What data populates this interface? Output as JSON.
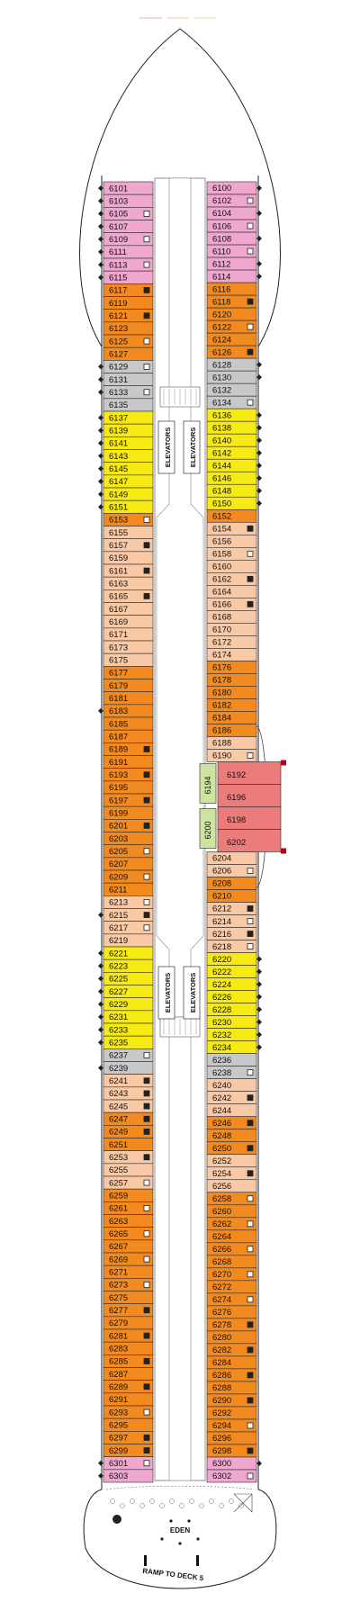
{
  "legend_colors": {
    "pink": "#EFA7CF",
    "orange": "#F38A20",
    "peach": "#F9C9A6",
    "yellow": "#F6EA12",
    "gray": "#C6C8CA",
    "red": "#EC7C7B",
    "green": "#CFE3A0",
    "outline": "#222222"
  },
  "icons": [
    "diamond-marker",
    "square-marker",
    "open-square-marker",
    "connecting-marker",
    "accessible-icon"
  ],
  "labels": {
    "elevators": "ELEVATORS",
    "venue": "EDEN",
    "ramp": "RAMP TO DECK 5"
  },
  "cabins": {
    "left": [
      {
        "n": "6101",
        "c": "pink",
        "m": "diamond"
      },
      {
        "n": "6103",
        "c": "pink",
        "m": "diamond"
      },
      {
        "n": "6105",
        "c": "pink",
        "m": "diamond",
        "r": "open"
      },
      {
        "n": "6107",
        "c": "pink",
        "m": "diamond"
      },
      {
        "n": "6109",
        "c": "pink",
        "m": "diamond",
        "r": "open"
      },
      {
        "n": "6111",
        "c": "pink",
        "m": "diamond"
      },
      {
        "n": "6113",
        "c": "pink",
        "m": "diamond",
        "r": "open"
      },
      {
        "n": "6115",
        "c": "pink",
        "m": "diamond"
      },
      {
        "n": "6117",
        "c": "orange",
        "r": "solid"
      },
      {
        "n": "6119",
        "c": "orange"
      },
      {
        "n": "6121",
        "c": "orange",
        "r": "solid"
      },
      {
        "n": "6123",
        "c": "orange"
      },
      {
        "n": "6125",
        "c": "orange",
        "r": "open"
      },
      {
        "n": "6127",
        "c": "orange"
      },
      {
        "n": "6129",
        "c": "gray",
        "m": "diamond",
        "r": "open"
      },
      {
        "n": "6131",
        "c": "gray",
        "m": "diamond"
      },
      {
        "n": "6133",
        "c": "gray",
        "m": "diamond",
        "r": "open"
      },
      {
        "n": "6135",
        "c": "gray"
      },
      {
        "n": "6137",
        "c": "yellow",
        "m": "diamond"
      },
      {
        "n": "6139",
        "c": "yellow",
        "m": "diamond"
      },
      {
        "n": "6141",
        "c": "yellow",
        "m": "diamond"
      },
      {
        "n": "6143",
        "c": "yellow",
        "m": "diamond"
      },
      {
        "n": "6145",
        "c": "yellow",
        "m": "diamond"
      },
      {
        "n": "6147",
        "c": "yellow",
        "m": "diamond"
      },
      {
        "n": "6149",
        "c": "yellow",
        "m": "diamond"
      },
      {
        "n": "6151",
        "c": "yellow",
        "m": "diamond"
      },
      {
        "n": "6153",
        "c": "orange",
        "r": "open"
      },
      {
        "n": "6155",
        "c": "peach"
      },
      {
        "n": "6157",
        "c": "peach",
        "r": "solid"
      },
      {
        "n": "6159",
        "c": "peach"
      },
      {
        "n": "6161",
        "c": "peach",
        "r": "solid"
      },
      {
        "n": "6163",
        "c": "peach"
      },
      {
        "n": "6165",
        "c": "peach",
        "r": "solid"
      },
      {
        "n": "6167",
        "c": "peach"
      },
      {
        "n": "6169",
        "c": "peach"
      },
      {
        "n": "6171",
        "c": "peach"
      },
      {
        "n": "6173",
        "c": "peach"
      },
      {
        "n": "6175",
        "c": "peach"
      },
      {
        "n": "6177",
        "c": "orange"
      },
      {
        "n": "6179",
        "c": "orange"
      },
      {
        "n": "6181",
        "c": "orange"
      },
      {
        "n": "6183",
        "c": "orange",
        "m": "diamond"
      },
      {
        "n": "6185",
        "c": "orange"
      },
      {
        "n": "6187",
        "c": "orange"
      },
      {
        "n": "6189",
        "c": "orange",
        "r": "solid"
      },
      {
        "n": "6191",
        "c": "orange"
      },
      {
        "n": "6193",
        "c": "orange",
        "r": "solid"
      },
      {
        "n": "6195",
        "c": "orange"
      },
      {
        "n": "6197",
        "c": "orange",
        "r": "solid"
      },
      {
        "n": "6199",
        "c": "orange"
      },
      {
        "n": "6201",
        "c": "orange",
        "r": "solid"
      },
      {
        "n": "6203",
        "c": "orange"
      },
      {
        "n": "6205",
        "c": "orange",
        "r": "open"
      },
      {
        "n": "6207",
        "c": "orange"
      },
      {
        "n": "6209",
        "c": "orange",
        "r": "open"
      },
      {
        "n": "6211",
        "c": "orange"
      },
      {
        "n": "6213",
        "c": "peach",
        "r": "open"
      },
      {
        "n": "6215",
        "c": "peach",
        "m": "diamond",
        "r": "solid"
      },
      {
        "n": "6217",
        "c": "peach",
        "r": "open"
      },
      {
        "n": "6219",
        "c": "peach"
      },
      {
        "n": "6221",
        "c": "yellow",
        "m": "diamond"
      },
      {
        "n": "6223",
        "c": "yellow",
        "m": "diamond"
      },
      {
        "n": "6225",
        "c": "yellow",
        "m": "diamond"
      },
      {
        "n": "6227",
        "c": "yellow",
        "m": "diamond"
      },
      {
        "n": "6229",
        "c": "yellow",
        "m": "diamond"
      },
      {
        "n": "6231",
        "c": "yellow",
        "m": "diamond"
      },
      {
        "n": "6233",
        "c": "yellow",
        "m": "diamond"
      },
      {
        "n": "6235",
        "c": "yellow",
        "m": "diamond"
      },
      {
        "n": "6237",
        "c": "gray",
        "r": "open"
      },
      {
        "n": "6239",
        "c": "gray",
        "m": "diamond"
      },
      {
        "n": "6241",
        "c": "peach",
        "r": "solid"
      },
      {
        "n": "6243",
        "c": "peach",
        "r": "solid"
      },
      {
        "n": "6245",
        "c": "peach",
        "r": "solid"
      },
      {
        "n": "6247",
        "c": "orange",
        "r": "solid"
      },
      {
        "n": "6249",
        "c": "orange",
        "r": "solid"
      },
      {
        "n": "6251",
        "c": "orange"
      },
      {
        "n": "6253",
        "c": "peach",
        "r": "solid"
      },
      {
        "n": "6255",
        "c": "peach"
      },
      {
        "n": "6257",
        "c": "peach",
        "r": "open"
      },
      {
        "n": "6259",
        "c": "orange"
      },
      {
        "n": "6261",
        "c": "orange",
        "r": "open"
      },
      {
        "n": "6263",
        "c": "orange"
      },
      {
        "n": "6265",
        "c": "orange",
        "r": "open"
      },
      {
        "n": "6267",
        "c": "orange"
      },
      {
        "n": "6269",
        "c": "orange",
        "r": "open"
      },
      {
        "n": "6271",
        "c": "orange"
      },
      {
        "n": "6273",
        "c": "orange",
        "r": "open"
      },
      {
        "n": "6275",
        "c": "orange"
      },
      {
        "n": "6277",
        "c": "orange",
        "r": "solid"
      },
      {
        "n": "6279",
        "c": "orange"
      },
      {
        "n": "6281",
        "c": "orange",
        "r": "solid"
      },
      {
        "n": "6283",
        "c": "orange"
      },
      {
        "n": "6285",
        "c": "orange",
        "r": "solid"
      },
      {
        "n": "6287",
        "c": "orange"
      },
      {
        "n": "6289",
        "c": "orange",
        "r": "solid"
      },
      {
        "n": "6291",
        "c": "orange"
      },
      {
        "n": "6293",
        "c": "orange",
        "r": "open"
      },
      {
        "n": "6295",
        "c": "orange"
      },
      {
        "n": "6297",
        "c": "orange",
        "r": "solid"
      },
      {
        "n": "6299",
        "c": "orange",
        "r": "solid"
      },
      {
        "n": "6301",
        "c": "pink",
        "m": "diamond",
        "r": "open"
      },
      {
        "n": "6303",
        "c": "pink",
        "m": "diamond"
      }
    ],
    "right": [
      {
        "n": "6100",
        "c": "pink",
        "m": "diamond"
      },
      {
        "n": "6102",
        "c": "pink",
        "r": "open"
      },
      {
        "n": "6104",
        "c": "pink",
        "m": "diamond"
      },
      {
        "n": "6106",
        "c": "pink",
        "r": "open"
      },
      {
        "n": "6108",
        "c": "pink",
        "m": "diamond"
      },
      {
        "n": "6110",
        "c": "pink",
        "r": "open"
      },
      {
        "n": "6112",
        "c": "pink",
        "m": "diamond"
      },
      {
        "n": "6114",
        "c": "pink",
        "m": "diamond"
      },
      {
        "n": "6116",
        "c": "orange"
      },
      {
        "n": "6118",
        "c": "orange",
        "r": "solid"
      },
      {
        "n": "6120",
        "c": "orange"
      },
      {
        "n": "6122",
        "c": "orange",
        "r": "open"
      },
      {
        "n": "6124",
        "c": "orange"
      },
      {
        "n": "6126",
        "c": "orange",
        "r": "solid"
      },
      {
        "n": "6128",
        "c": "gray",
        "m": "diamond"
      },
      {
        "n": "6130",
        "c": "gray",
        "m": "diamond"
      },
      {
        "n": "6132",
        "c": "gray"
      },
      {
        "n": "6134",
        "c": "gray",
        "r": "open"
      },
      {
        "n": "6136",
        "c": "yellow",
        "m": "diamond"
      },
      {
        "n": "6138",
        "c": "yellow",
        "m": "diamond"
      },
      {
        "n": "6140",
        "c": "yellow",
        "m": "diamond"
      },
      {
        "n": "6142",
        "c": "yellow",
        "m": "diamond"
      },
      {
        "n": "6144",
        "c": "yellow",
        "m": "diamond"
      },
      {
        "n": "6146",
        "c": "yellow",
        "m": "diamond"
      },
      {
        "n": "6148",
        "c": "yellow",
        "m": "diamond"
      },
      {
        "n": "6150",
        "c": "yellow",
        "m": "diamond"
      },
      {
        "n": "6152",
        "c": "orange"
      },
      {
        "n": "6154",
        "c": "peach",
        "r": "solid"
      },
      {
        "n": "6156",
        "c": "peach"
      },
      {
        "n": "6158",
        "c": "peach",
        "r": "open"
      },
      {
        "n": "6160",
        "c": "peach"
      },
      {
        "n": "6162",
        "c": "peach",
        "r": "solid"
      },
      {
        "n": "6164",
        "c": "peach"
      },
      {
        "n": "6166",
        "c": "peach",
        "r": "solid"
      },
      {
        "n": "6168",
        "c": "peach"
      },
      {
        "n": "6170",
        "c": "peach"
      },
      {
        "n": "6172",
        "c": "peach"
      },
      {
        "n": "6174",
        "c": "peach"
      },
      {
        "n": "6176",
        "c": "orange"
      },
      {
        "n": "6178",
        "c": "orange"
      },
      {
        "n": "6180",
        "c": "orange"
      },
      {
        "n": "6182",
        "c": "orange"
      },
      {
        "n": "6184",
        "c": "orange"
      },
      {
        "n": "6186",
        "c": "orange"
      },
      {
        "n": "6188",
        "c": "peach"
      },
      {
        "n": "6190",
        "c": "peach",
        "r": "open"
      },
      {
        "n": "6204",
        "c": "peach"
      },
      {
        "n": "6206",
        "c": "peach",
        "r": "open"
      },
      {
        "n": "6208",
        "c": "orange"
      },
      {
        "n": "6210",
        "c": "orange"
      },
      {
        "n": "6212",
        "c": "peach",
        "r": "solid"
      },
      {
        "n": "6214",
        "c": "peach",
        "r": "open"
      },
      {
        "n": "6216",
        "c": "peach",
        "r": "solid"
      },
      {
        "n": "6218",
        "c": "peach",
        "r": "open"
      },
      {
        "n": "6220",
        "c": "yellow",
        "m": "diamond"
      },
      {
        "n": "6222",
        "c": "yellow",
        "m": "diamond"
      },
      {
        "n": "6224",
        "c": "yellow",
        "m": "diamond"
      },
      {
        "n": "6226",
        "c": "yellow",
        "m": "diamond"
      },
      {
        "n": "6228",
        "c": "yellow",
        "m": "diamond"
      },
      {
        "n": "6230",
        "c": "yellow",
        "m": "diamond"
      },
      {
        "n": "6232",
        "c": "yellow",
        "m": "diamond"
      },
      {
        "n": "6234",
        "c": "yellow",
        "m": "diamond"
      },
      {
        "n": "6236",
        "c": "gray"
      },
      {
        "n": "6238",
        "c": "gray",
        "r": "open"
      },
      {
        "n": "6240",
        "c": "peach"
      },
      {
        "n": "6242",
        "c": "peach",
        "r": "solid"
      },
      {
        "n": "6244",
        "c": "peach"
      },
      {
        "n": "6246",
        "c": "orange",
        "r": "solid"
      },
      {
        "n": "6248",
        "c": "orange"
      },
      {
        "n": "6250",
        "c": "orange",
        "r": "solid"
      },
      {
        "n": "6252",
        "c": "peach"
      },
      {
        "n": "6254",
        "c": "peach",
        "r": "solid"
      },
      {
        "n": "6256",
        "c": "peach"
      },
      {
        "n": "6258",
        "c": "orange",
        "r": "open"
      },
      {
        "n": "6260",
        "c": "orange"
      },
      {
        "n": "6262",
        "c": "orange",
        "r": "open"
      },
      {
        "n": "6264",
        "c": "orange"
      },
      {
        "n": "6266",
        "c": "orange",
        "r": "open"
      },
      {
        "n": "6268",
        "c": "orange"
      },
      {
        "n": "6270",
        "c": "orange",
        "r": "open"
      },
      {
        "n": "6272",
        "c": "orange"
      },
      {
        "n": "6274",
        "c": "orange",
        "r": "open"
      },
      {
        "n": "6276",
        "c": "orange"
      },
      {
        "n": "6278",
        "c": "orange",
        "r": "solid"
      },
      {
        "n": "6280",
        "c": "orange"
      },
      {
        "n": "6282",
        "c": "orange",
        "r": "solid"
      },
      {
        "n": "6284",
        "c": "orange"
      },
      {
        "n": "6286",
        "c": "orange",
        "r": "solid"
      },
      {
        "n": "6288",
        "c": "orange"
      },
      {
        "n": "6290",
        "c": "orange",
        "r": "solid"
      },
      {
        "n": "6292",
        "c": "orange"
      },
      {
        "n": "6294",
        "c": "orange",
        "r": "open"
      },
      {
        "n": "6296",
        "c": "orange"
      },
      {
        "n": "6298",
        "c": "orange",
        "r": "solid"
      },
      {
        "n": "6300",
        "c": "pink",
        "m": "diamond"
      },
      {
        "n": "6302",
        "c": "pink",
        "r": "open"
      }
    ],
    "suites": [
      {
        "n": "6192",
        "c": "red"
      },
      {
        "n": "6196",
        "c": "red"
      },
      {
        "n": "6198",
        "c": "red"
      },
      {
        "n": "6202",
        "c": "red"
      }
    ],
    "connectors": [
      {
        "n": "6194",
        "c": "green"
      },
      {
        "n": "6200",
        "c": "green"
      }
    ]
  }
}
